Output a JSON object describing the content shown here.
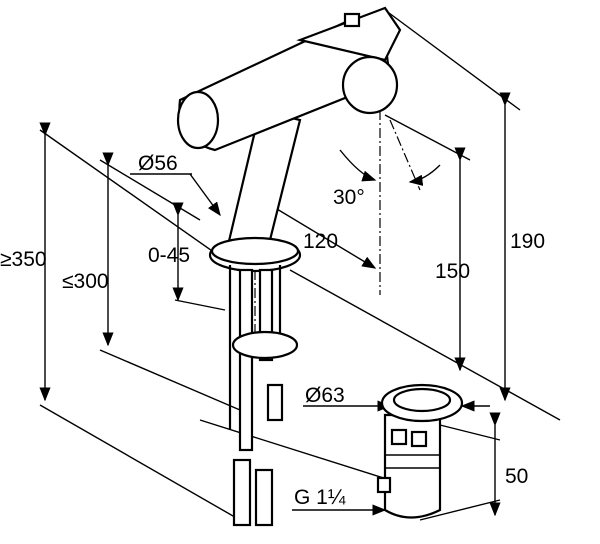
{
  "title": "Faucet dimension drawing",
  "dimensions": {
    "spout_diameter": "Ø56",
    "deck_thickness": "0-45",
    "spout_reach": "120",
    "swivel_angle": "30°",
    "total_height": "190",
    "spout_height": "150",
    "min_length": "≥350",
    "max_length": "≤300",
    "waste_diameter": "Ø63",
    "waste_height": "50",
    "thread": "G 1¼"
  },
  "colors": {
    "line": "#000000",
    "background": "#ffffff"
  }
}
